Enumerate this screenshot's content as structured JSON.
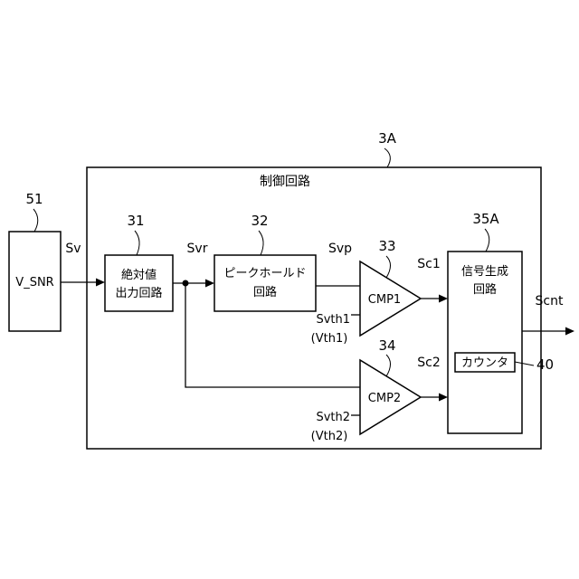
{
  "refs": {
    "r3A": "3A",
    "r51": "51",
    "r31": "31",
    "r32": "32",
    "r33": "33",
    "r34": "34",
    "r35A": "35A",
    "r40": "40"
  },
  "control_title": "制御回路",
  "blocks": {
    "sensor": "V_SNR",
    "abs_line1": "絶対値",
    "abs_line2": "出力回路",
    "peak_line1": "ピークホールド",
    "peak_line2": "回路",
    "cmp1": "CMP1",
    "cmp2": "CMP2",
    "signal_line1": "信号生成",
    "signal_line2": "回路",
    "counter": "カウンタ"
  },
  "signals": {
    "sv": "Sv",
    "svr": "Svr",
    "svp": "Svp",
    "sc1": "Sc1",
    "sc2": "Sc2",
    "scnt": "Scnt",
    "svth1": "Svth1",
    "vth1": "(Vth1)",
    "svth2": "Svth2",
    "vth2": "(Vth2)"
  }
}
